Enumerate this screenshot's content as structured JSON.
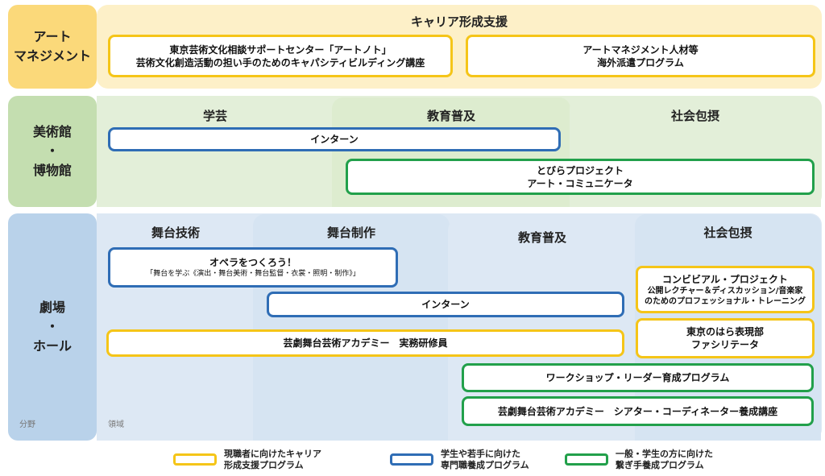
{
  "categories": {
    "art": "アート\nマネジメント",
    "museum": "美術館\n・\n博物館",
    "theater": "劇場\n・\nホール"
  },
  "art_band": {
    "title": "キャリア形成支援",
    "box1_line1": "東京芸術文化相談サポートセンター「アートノト」",
    "box1_line2": "芸術文化創造活動の担い手のためのキャパシティビルディング講座",
    "box2_line1": "アートマネジメント人材等",
    "box2_line2": "海外派遣プログラム"
  },
  "museum_band": {
    "tab1": "学芸",
    "tab2": "教育普及",
    "tab3": "社会包摂",
    "intern": "インターン",
    "tobira_line1": "とびらプロジェクト",
    "tobira_line2": "アート・コミュニケータ"
  },
  "theater_band": {
    "tab1": "舞台技術",
    "tab2": "舞台制作",
    "tab3": "教育普及",
    "tab4": "社会包摂",
    "opera_line1": "オペラをつくろう！",
    "opera_line2": "「舞台を学ぶ《演出・舞台美術・舞台監督・衣裳・照明・制作》」",
    "intern": "インターン",
    "academy": "芸劇舞台芸術アカデミー　実務研修員",
    "workshop": "ワークショップ・リーダー育成プログラム",
    "theater_coord": "芸劇舞台芸術アカデミー　シアター・コーディネーター養成講座",
    "combi_line1": "コンビビアル・プロジェクト",
    "combi_line2": "公開レクチャー＆ディスカッション/音楽家",
    "combi_line3": "のためのプロフェッショナル・トレーニング",
    "harappa_line1": "東京のはら表現部",
    "harappa_line2": "ファシリテータ"
  },
  "notes": {
    "field": "分野",
    "domain": "領域"
  },
  "legend": [
    {
      "text": "現職者に向けたキャリア\n形成支援プログラム",
      "color": "#f5c518"
    },
    {
      "text": "学生や若手に向けた\n専門職養成プログラム",
      "color": "#2f6db5"
    },
    {
      "text": "一般・学生の方に向けた\n繋ぎ手養成プログラム",
      "color": "#22a04b"
    }
  ],
  "colors": {
    "yellow": "#f5c518",
    "blue": "#2f6db5",
    "green": "#22a04b",
    "art_bg": "#fdf0c8",
    "art_cat": "#fbd97a",
    "museum_bg": "#e3efd9",
    "museum_cat": "#c4deb0",
    "theater_bg": "#dde8f4",
    "theater_cat": "#b9d2ea"
  }
}
